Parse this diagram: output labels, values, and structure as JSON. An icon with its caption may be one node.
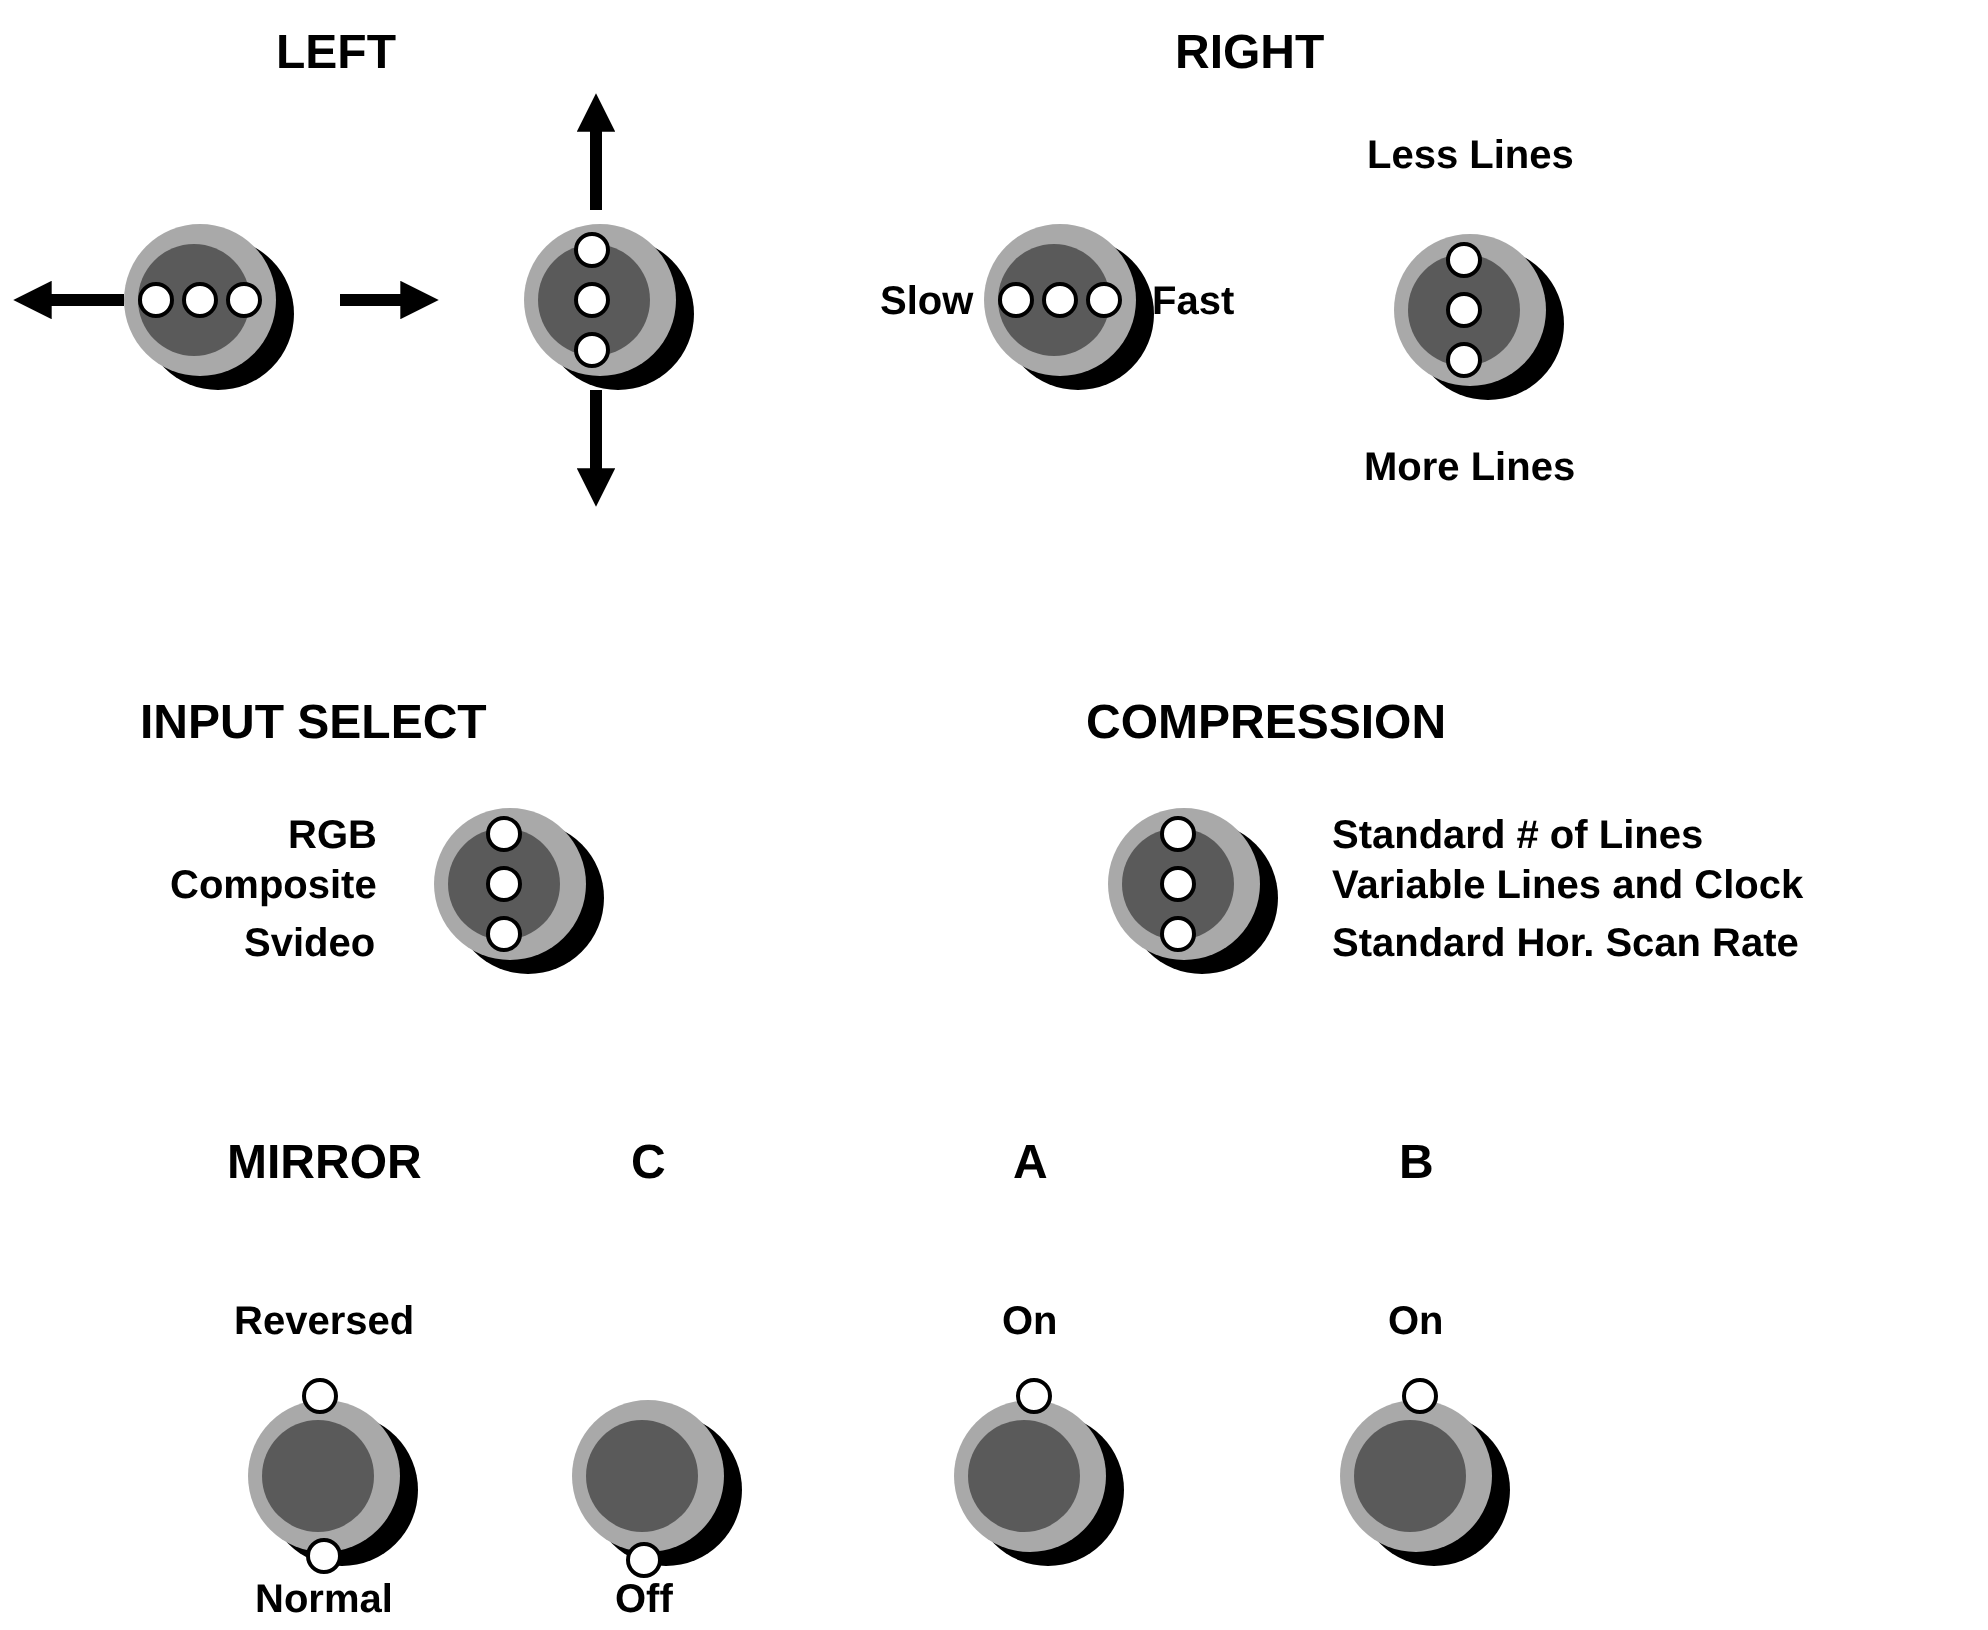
{
  "diagram": {
    "labels": [
      "LEFT",
      "RIGHT",
      "Less Lines",
      "Slow",
      "Fast",
      "More Lines",
      "INPUT SELECT",
      "COMPRESSION",
      "RGB",
      "Standard # of Lines",
      "Composite",
      "Variable Lines and Clock",
      "Svideo",
      "Standard Hor. Scan Rate",
      "MIRROR",
      "C",
      "A",
      "B",
      "Reversed",
      "On",
      "On",
      "Normal",
      "Off"
    ]
  }
}
